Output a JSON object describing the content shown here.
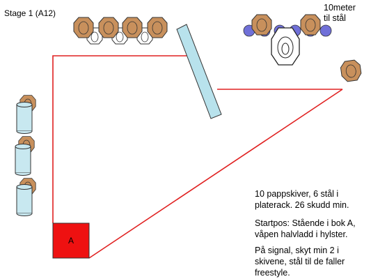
{
  "stage_title": "Stage 1 (A12)",
  "distance_note": [
    "10meter",
    "til stål"
  ],
  "start_box_label": "A",
  "description": {
    "line1": "10 pappskiver, 6 stål i platerack. 26 skudd min.",
    "line2": "Startpos: Stående i bok A, våpen halvladd i hylster.",
    "line3": "På signal, skyt min 2 i skivene, stål til de faller freestyle."
  },
  "colors": {
    "boundary": "#e02020",
    "start_box": "#ee1111",
    "barrel": "#c8e8f0",
    "wall": "#b8e2ec",
    "paper_target": "#c8905c",
    "steel_plate": "#7070d8",
    "no_shoot": "#ffffff"
  }
}
